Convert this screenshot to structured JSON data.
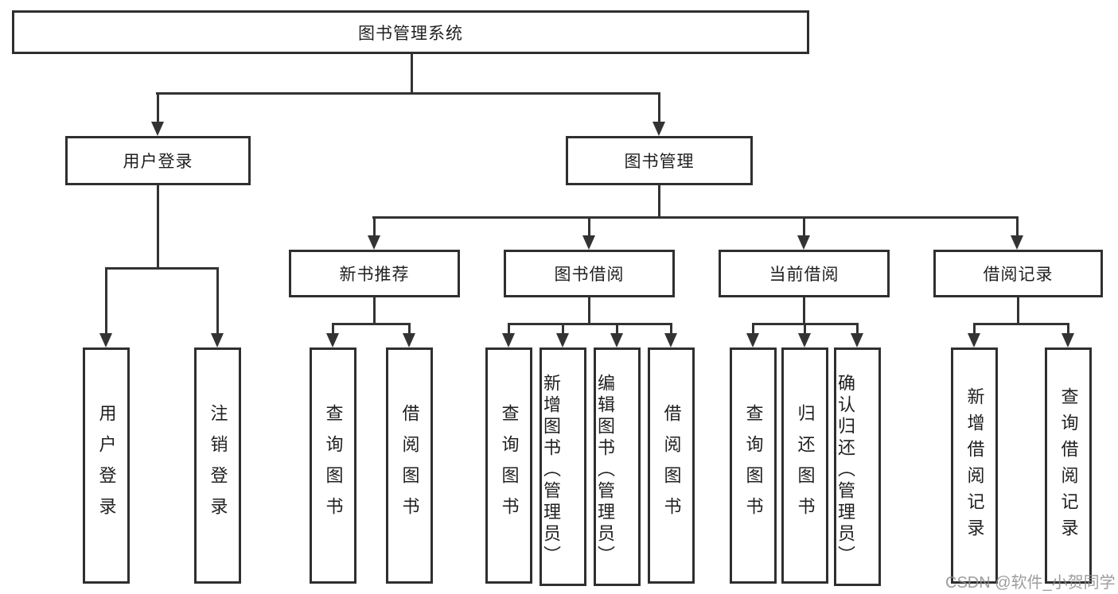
{
  "root": {
    "label": "图书管理系统"
  },
  "level2": {
    "user_login": {
      "label": "用户登录"
    },
    "book_mgmt": {
      "label": "图书管理"
    }
  },
  "level3": {
    "new_books": {
      "label": "新书推荐"
    },
    "book_borrow": {
      "label": "图书借阅"
    },
    "current_borrow": {
      "label": "当前借阅"
    },
    "borrow_records": {
      "label": "借阅记录"
    }
  },
  "leaves": {
    "ul_login": {
      "label": "用户登录"
    },
    "ul_logout": {
      "label": "注销登录"
    },
    "nb_query": {
      "label": "查询图书"
    },
    "nb_borrow": {
      "label": "借阅图书"
    },
    "bb_query": {
      "label": "查询图书"
    },
    "bb_add": {
      "label": "新增图书（管理员）"
    },
    "bb_edit": {
      "label": "编辑图书（管理员）"
    },
    "bb_borrow": {
      "label": "借阅图书"
    },
    "cb_query": {
      "label": "查询图书"
    },
    "cb_return": {
      "label": "归还图书"
    },
    "cb_confirm": {
      "label": "确认归还（管理员）"
    },
    "br_add": {
      "label": "新增借阅记录"
    },
    "br_query": {
      "label": "查询借阅记录"
    }
  },
  "watermark": {
    "text": "CSDN @软件_小贺同学"
  },
  "colors": {
    "line": "#333333",
    "box_border": "#2f2f2f",
    "background": "#ffffff",
    "watermark_gray": "#8c8c8c"
  }
}
